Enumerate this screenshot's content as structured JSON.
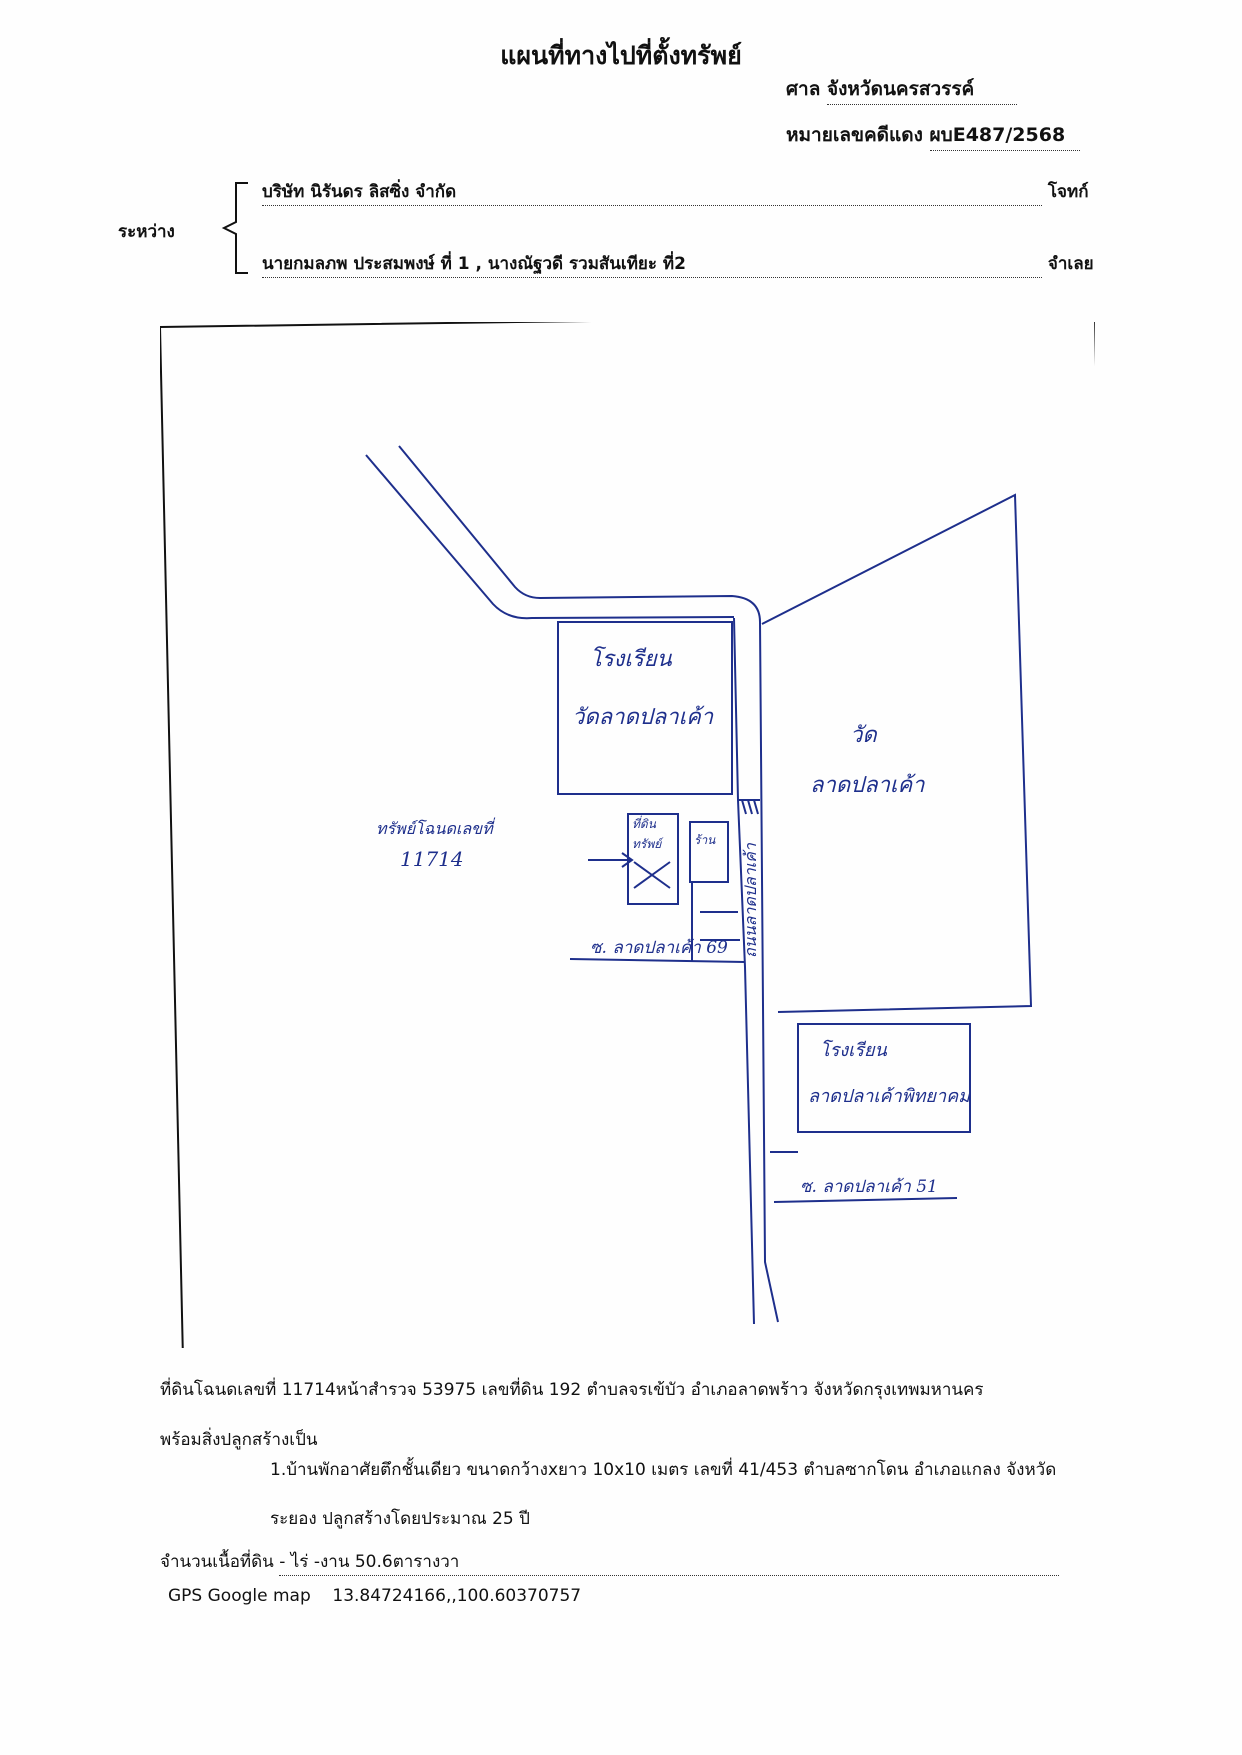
{
  "title": "แผนที่ทางไปที่ตั้งทรัพย์",
  "court": {
    "label": "ศาล",
    "value": "จังหวัดนครสวรรค์"
  },
  "case_no": {
    "label": "หมายเลขคดีแดง",
    "value": "ผบE487/2568"
  },
  "between_label": "ระหว่าง",
  "plaintiff": {
    "name": "บริษัท นิรันดร ลิสซิ่ง จำกัด",
    "role": "โจทก์"
  },
  "defendant": {
    "name": "นายกมลภพ ประสมพงษ์ ที่ 1 , นางณัฐวดี รวมสันเทียะ ที่2",
    "role": "จำเลย"
  },
  "map": {
    "school_top": [
      "โรงเรียน",
      "วัดลาดปลาเค้า"
    ],
    "temple": [
      "วัด",
      "ลาดปลาเค้า"
    ],
    "property_label": [
      "ทรัพย์โฉนดเลขที่",
      "11714"
    ],
    "property_box": [
      "ที่ดิน",
      "ทรัพย์"
    ],
    "alley_left": "ซ. ลาดปลาเค้า 69",
    "road_vertical": "ถนนลาดปลาเค้า",
    "school_bottom": [
      "โรงเรียน",
      "ลาดปลาเค้าพิทยาคม"
    ],
    "alley_right": "ซ. ลาดปลาเค้า 51",
    "small_box": "ร้าน"
  },
  "description": {
    "line1": "ที่ดินโฉนดเลขที่ 11714หน้าสำรวจ 53975 เลขที่ดิน 192 ตำบลจรเข้บัว  อำเภอลาดพร้าว จังหวัดกรุงเทพมหานคร",
    "line2": "พร้อมสิ่งปลูกสร้างเป็น",
    "line3": "1.บ้านพักอาศัยตึกชั้นเดียว ขนาดกว้างxยาว  10x10 เมตร เลขที่ 41/453 ตำบลซากโดน อำเภอแกลง จังหวัด",
    "line4": "ระยอง ปลูกสร้างโดยประมาณ 25 ปี",
    "area_label": "จำนวนเนื้อที่ดิน",
    "area_value": "- ไร่ -งาน 50.6ตารางวา",
    "gps_label": "GPS Google map",
    "gps_value": "13.84724166,,100.60370757"
  }
}
